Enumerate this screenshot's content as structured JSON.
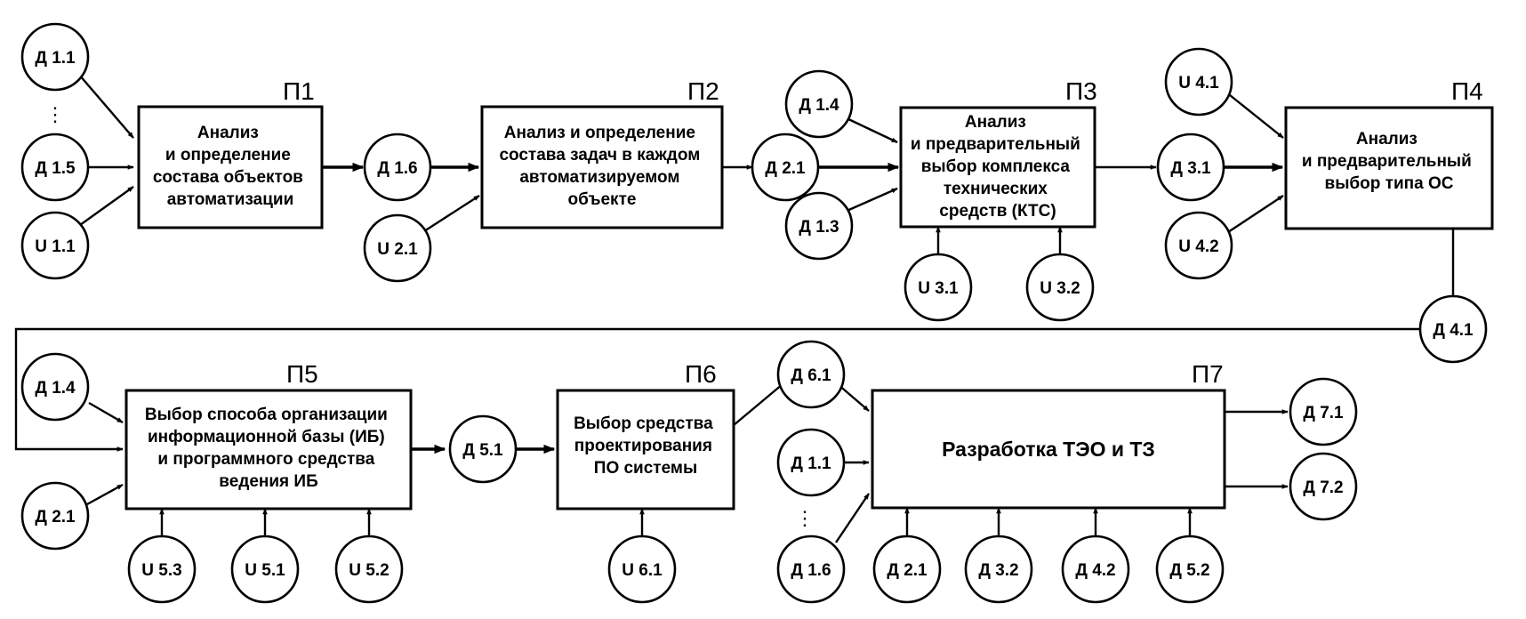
{
  "processes": [
    {
      "id": "P1",
      "label": "П1",
      "lines": [
        "Анализ",
        "и определение",
        "состава объектов",
        "автоматизации"
      ]
    },
    {
      "id": "P2",
      "label": "П2",
      "lines": [
        "Анализ и определение",
        "состава задач в каждом",
        "автоматизируемом",
        "объекте"
      ]
    },
    {
      "id": "P3",
      "label": "П3",
      "lines": [
        "Анализ",
        "и предварительный",
        "выбор комплекса",
        "технических",
        "средств (КТС)"
      ]
    },
    {
      "id": "P4",
      "label": "П4",
      "lines": [
        "Анализ",
        "и предварительный",
        "выбор типа ОС"
      ]
    },
    {
      "id": "P5",
      "label": "П5",
      "lines": [
        "Выбор способа организации",
        "информационной базы (ИБ)",
        "и программного средства",
        "ведения ИБ"
      ]
    },
    {
      "id": "P6",
      "label": "П6",
      "lines": [
        "Выбор средства",
        "проектирования",
        "ПО системы"
      ]
    },
    {
      "id": "P7",
      "label": "П7",
      "lines": [
        "Разработка ТЭО и ТЗ"
      ]
    }
  ],
  "nodes": [
    {
      "id": "d11a",
      "label": "Д 1.1"
    },
    {
      "id": "d15",
      "label": "Д 1.5"
    },
    {
      "id": "u11",
      "label": "U 1.1"
    },
    {
      "id": "d16a",
      "label": "Д 1.6"
    },
    {
      "id": "u21",
      "label": "U 2.1"
    },
    {
      "id": "d21a",
      "label": "Д 2.1"
    },
    {
      "id": "d14a",
      "label": "Д 1.4"
    },
    {
      "id": "d13",
      "label": "Д 1.3"
    },
    {
      "id": "u31",
      "label": "U 3.1"
    },
    {
      "id": "u32",
      "label": "U 3.2"
    },
    {
      "id": "d31",
      "label": "Д 3.1"
    },
    {
      "id": "u41",
      "label": "U 4.1"
    },
    {
      "id": "u42",
      "label": "U 4.2"
    },
    {
      "id": "d41",
      "label": "Д 4.1"
    },
    {
      "id": "d14b",
      "label": "Д 1.4"
    },
    {
      "id": "d21b",
      "label": "Д 2.1"
    },
    {
      "id": "u53",
      "label": "U 5.3"
    },
    {
      "id": "u51",
      "label": "U 5.1"
    },
    {
      "id": "u52",
      "label": "U 5.2"
    },
    {
      "id": "d51",
      "label": "Д 5.1"
    },
    {
      "id": "u61",
      "label": "U 6.1"
    },
    {
      "id": "d61",
      "label": "Д 6.1"
    },
    {
      "id": "d11b",
      "label": "Д 1.1"
    },
    {
      "id": "d16b",
      "label": "Д 1.6"
    },
    {
      "id": "d21c",
      "label": "Д 2.1"
    },
    {
      "id": "d32",
      "label": "Д 3.2"
    },
    {
      "id": "d42",
      "label": "Д 4.2"
    },
    {
      "id": "d52",
      "label": "Д 5.2"
    },
    {
      "id": "d71",
      "label": "Д 7.1"
    },
    {
      "id": "d72",
      "label": "Д 7.2"
    }
  ],
  "ellipsis": "⋮"
}
